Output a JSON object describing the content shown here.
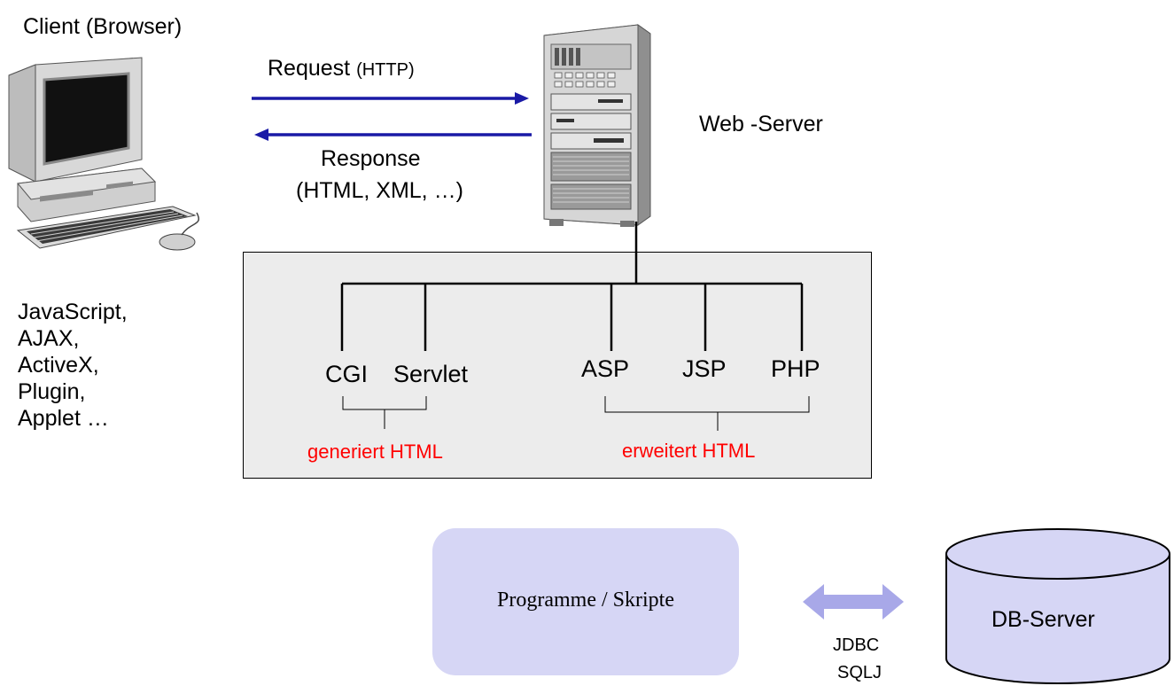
{
  "client": {
    "title": "Client (Browser)",
    "technologies": [
      "JavaScript,",
      "AJAX,",
      "ActiveX,",
      "Plugin,",
      "Applet …"
    ]
  },
  "request": {
    "main": "Request ",
    "protocol": "(HTTP)"
  },
  "response": {
    "line1": "Response",
    "line2": "(HTML, XML, …)"
  },
  "web_server": {
    "label": "Web -Server"
  },
  "server_technologies": {
    "cgi": "CGI",
    "servlet": "Servlet",
    "asp": "ASP",
    "jsp": "JSP",
    "php": "PHP",
    "generates_label": "generiert HTML",
    "extends_label": "erweitert HTML"
  },
  "programs": {
    "label": "Programme / Skripte"
  },
  "db": {
    "label": "DB-Server",
    "protocol_1": "JDBC",
    "protocol_2": "SQLJ"
  },
  "colors": {
    "arrow_blue": "#1a1aa6",
    "annotation_red": "#ff0000",
    "panel_gray": "#ececec",
    "program_box": "#d6d6f5",
    "db_fill": "#d6d6f5",
    "double_arrow": "#a8a8e8"
  }
}
